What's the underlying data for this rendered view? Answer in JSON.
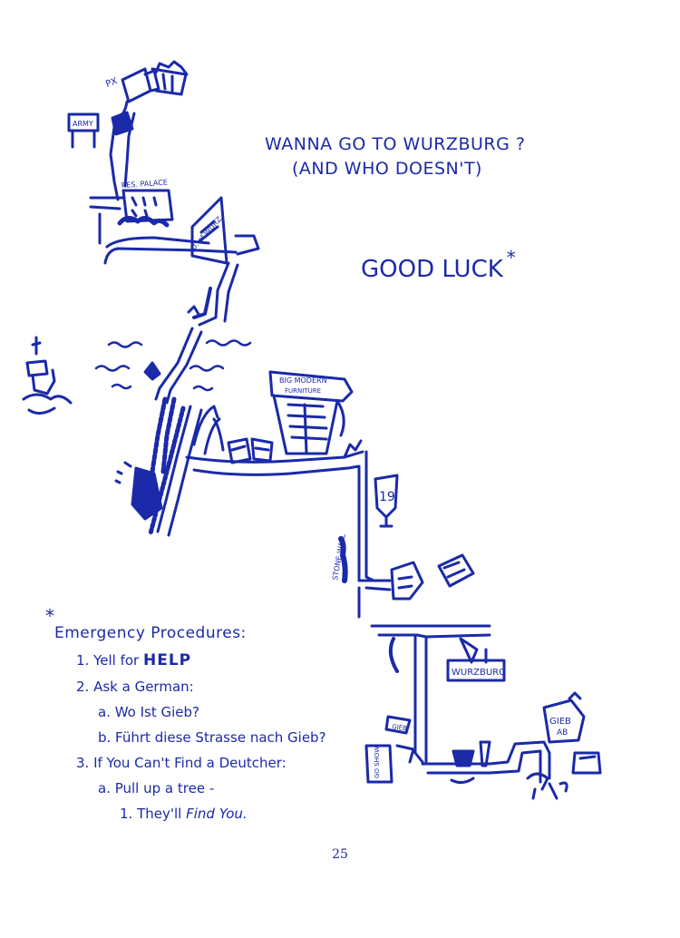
{
  "headline": {
    "line1": "WANNA GO TO WURZBURG ?",
    "line2": "(AND WHO DOESN'T)"
  },
  "good_luck": {
    "text": "GOOD LUCK",
    "asterisk": "*"
  },
  "map_labels": {
    "px": "PX",
    "army": "ARMY",
    "res_palace": "RES. PALACE",
    "u_of_wurz": "U. of WURZ",
    "big_modern_furniture_1": "BIG MODERN",
    "big_modern_furniture_2": "FURNITURE",
    "stone_wall": "STONE WALL",
    "route_19": "19",
    "wurzburg_sign": "WURZBURG",
    "gieb_ab_1": "GIEB",
    "gieb_ab_2": "AB",
    "gieb_small": "GIEB",
    "go_show": "GO SHOW"
  },
  "emergency": {
    "asterisk": "*",
    "title": "Emergency Procedures:",
    "step1_prefix": "1. Yell for",
    "step1_help": "HELP",
    "step2": "2. Ask a German:",
    "step2a": "a. Wo Ist Gieb?",
    "step2b": "b. Führt diese Strasse nach Gieb?",
    "step3": "3. If You Can't Find a Deutcher:",
    "step3a": "a. Pull up a tree -",
    "step3a1_prefix": "1. They'll",
    "step3a1_italic": "Find You."
  },
  "page_number": "25",
  "colors": {
    "ink": "#1b2aa8",
    "paper": "#ffffff"
  }
}
